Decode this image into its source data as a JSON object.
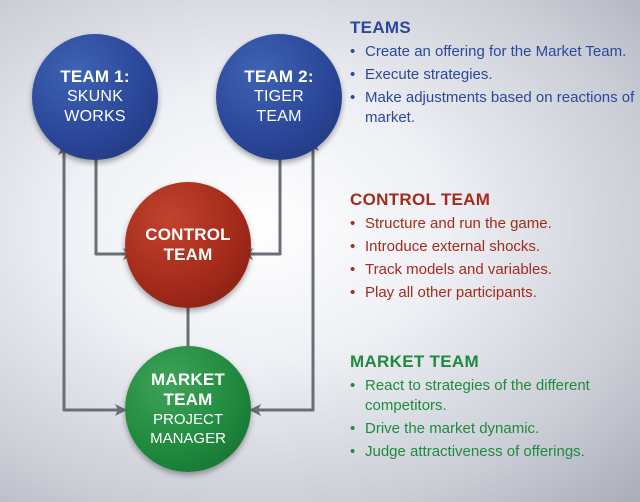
{
  "colors": {
    "blue": "#2b479a",
    "red": "#a42b1b",
    "green": "#1f8a3e",
    "arrow": "#6b6e76"
  },
  "nodes": {
    "team1": {
      "line1": "TEAM 1:",
      "line2": "SKUNK",
      "line3": "WORKS"
    },
    "team2": {
      "line1": "TEAM 2:",
      "line2": "TIGER",
      "line3": "TEAM"
    },
    "control": {
      "line1": "CONTROL",
      "line2": "TEAM"
    },
    "market": {
      "line1": "MARKET",
      "line2": "TEAM",
      "line3": "PROJECT",
      "line4": "MANAGER"
    }
  },
  "sections": {
    "teams": {
      "heading": "TEAMS",
      "items": [
        "Create an offering for the Market Team.",
        "Execute strategies.",
        "Make adjustments based on reactions of market."
      ]
    },
    "control": {
      "heading": "CONTROL TEAM",
      "items": [
        "Structure and run the game.",
        "Introduce external shocks.",
        "Track models and variables.",
        "Play all other participants."
      ]
    },
    "market": {
      "heading": "MARKET TEAM",
      "items": [
        "React to strategies of the different competitors.",
        "Drive the market dynamic.",
        "Judge attractiveness of offerings."
      ]
    }
  }
}
